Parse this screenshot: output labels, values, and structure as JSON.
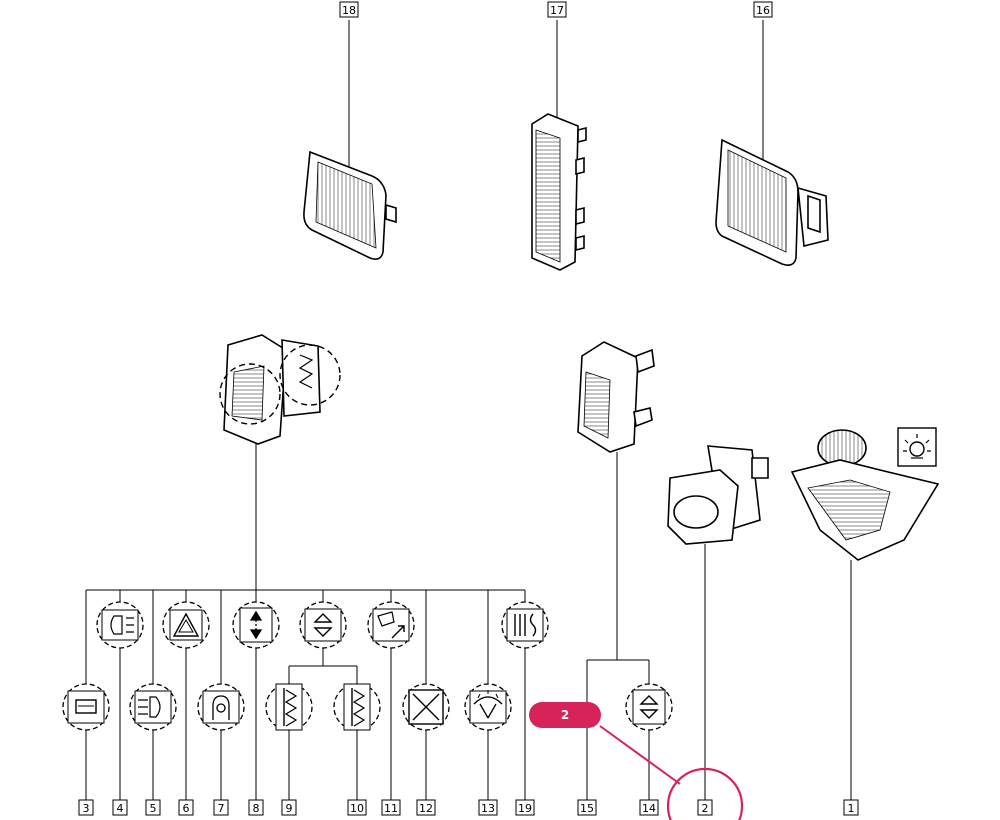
{
  "labels": {
    "n1": "1",
    "n2": "2",
    "n3": "3",
    "n4": "4",
    "n5": "5",
    "n6": "6",
    "n7": "7",
    "n8": "8",
    "n9": "9",
    "n10": "10",
    "n11": "11",
    "n12": "12",
    "n13": "13",
    "n14": "14",
    "n15": "15",
    "n16": "16",
    "n17": "17",
    "n18": "18",
    "n19": "19"
  },
  "callout": {
    "text": "2",
    "color": "#d6245a"
  }
}
